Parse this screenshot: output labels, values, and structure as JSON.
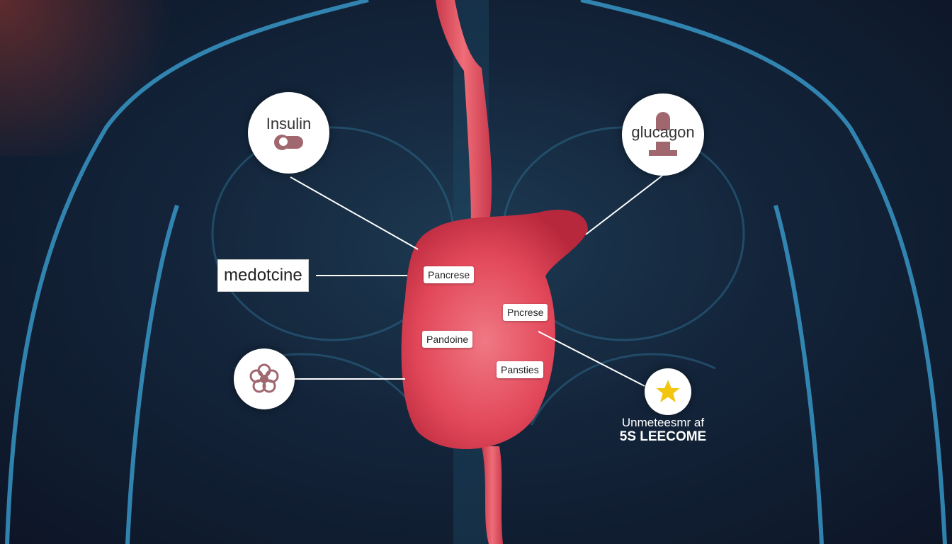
{
  "circles": {
    "insulin": {
      "label": "Insulin",
      "icon": "pill-icon"
    },
    "glucagon": {
      "label": "glucagon",
      "icon": "bottle-icon"
    },
    "flower": {
      "icon": "flower-icon"
    },
    "star": {
      "icon": "star-icon",
      "caption_line1": "Unmeteesmr af",
      "caption_line2": "5S LEECOME"
    }
  },
  "side_box": {
    "label": "medotcine"
  },
  "organ_labels": [
    "Pancrese",
    "Pncrese",
    "Pandoine",
    "Pansties"
  ],
  "colors": {
    "organ": "#e0495a",
    "body_outline": "#3a9ed0",
    "star": "#f2c511",
    "icon": "#a0686e"
  }
}
